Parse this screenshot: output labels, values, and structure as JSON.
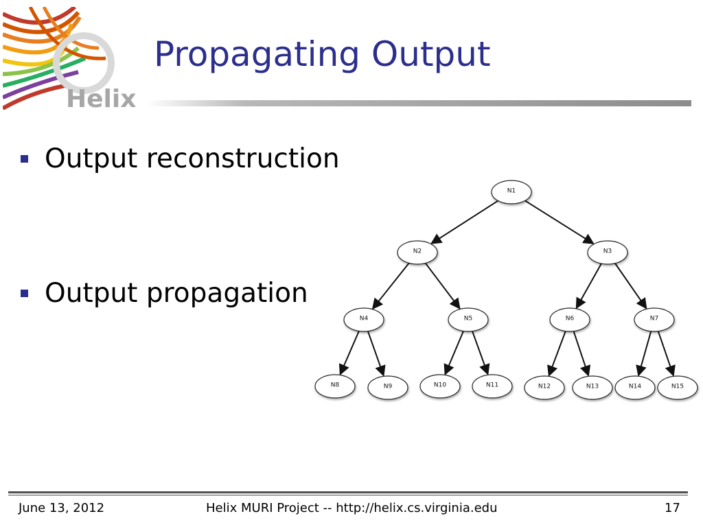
{
  "logo": {
    "text": "Helix"
  },
  "title": "Propagating Output",
  "bullets": [
    {
      "text": "Output reconstruction"
    },
    {
      "text": "Output propagation"
    }
  ],
  "diagram": {
    "nodes": [
      {
        "id": "N1",
        "label": "N1"
      },
      {
        "id": "N2",
        "label": "N2"
      },
      {
        "id": "N3",
        "label": "N3"
      },
      {
        "id": "N4",
        "label": "N4"
      },
      {
        "id": "N5",
        "label": "N5"
      },
      {
        "id": "N6",
        "label": "N6"
      },
      {
        "id": "N7",
        "label": "N7"
      },
      {
        "id": "N8",
        "label": "N8"
      },
      {
        "id": "N9",
        "label": "N9"
      },
      {
        "id": "N10",
        "label": "N10"
      },
      {
        "id": "N11",
        "label": "N11"
      },
      {
        "id": "N12",
        "label": "N12"
      },
      {
        "id": "N13",
        "label": "N13"
      },
      {
        "id": "N14",
        "label": "N14"
      },
      {
        "id": "N15",
        "label": "N15"
      }
    ],
    "edges": [
      {
        "from": "N1",
        "to": "N2"
      },
      {
        "from": "N1",
        "to": "N3"
      },
      {
        "from": "N2",
        "to": "N4"
      },
      {
        "from": "N2",
        "to": "N5"
      },
      {
        "from": "N3",
        "to": "N6"
      },
      {
        "from": "N3",
        "to": "N7"
      },
      {
        "from": "N4",
        "to": "N8"
      },
      {
        "from": "N4",
        "to": "N9"
      },
      {
        "from": "N5",
        "to": "N10"
      },
      {
        "from": "N5",
        "to": "N11"
      },
      {
        "from": "N6",
        "to": "N12"
      },
      {
        "from": "N6",
        "to": "N13"
      },
      {
        "from": "N7",
        "to": "N14"
      },
      {
        "from": "N7",
        "to": "N15"
      }
    ]
  },
  "footer": {
    "date": "June 13, 2012",
    "center": "Helix MURI Project -- http://helix.cs.virginia.edu",
    "page": "17"
  },
  "colors": {
    "title": "#2B2E8C",
    "bullet": "#2B2E8C",
    "rule": "#4d4d4d"
  }
}
